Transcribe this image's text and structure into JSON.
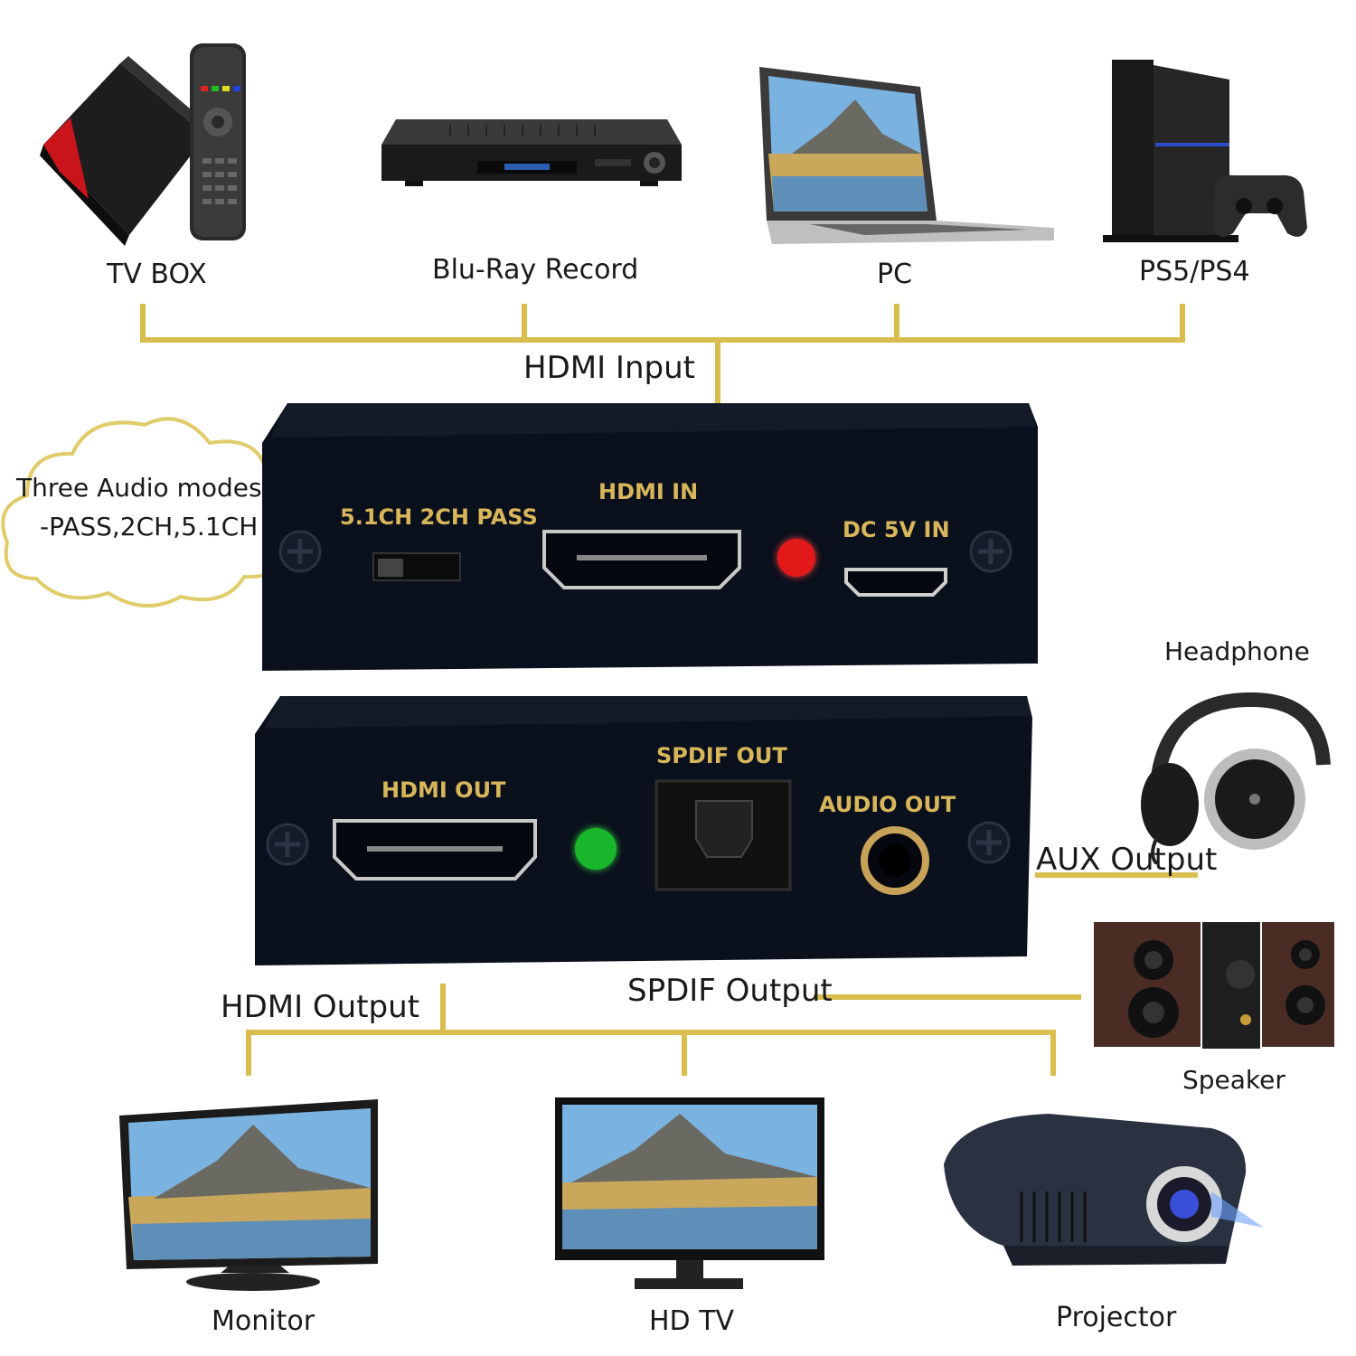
{
  "inputs": {
    "tv_box": "TV BOX",
    "bluray": "Blu-Ray Record",
    "pc": "PC",
    "ps": "PS5/PS4"
  },
  "hdmi_input_label": "HDMI Input",
  "audio_modes": {
    "line1": "Three Audio modes",
    "line2": "-PASS,2CH,5.1CH"
  },
  "front_panel": {
    "switch_label": "5.1CH 2CH PASS",
    "hdmi_in": "HDMI IN",
    "dc_in": "DC 5V IN",
    "led_color": "#e31818"
  },
  "back_panel": {
    "hdmi_out": "HDMI OUT",
    "spdif_out": "SPDIF OUT",
    "audio_out": "AUDIO OUT",
    "led_color": "#19b52a"
  },
  "aux_output_label": "AUX Output",
  "spdif_output_label": "SPDIF Output",
  "hdmi_output_label": "HDMI Output",
  "audio_devices": {
    "headphone": "Headphone",
    "speaker": "Speaker"
  },
  "outputs": {
    "monitor": "Monitor",
    "hdtv": "HD TV",
    "projector": "Projector"
  },
  "colors": {
    "connector_line": "#d9bd4f",
    "panel": "#0b1220",
    "panel_text": "#d8b65a"
  }
}
